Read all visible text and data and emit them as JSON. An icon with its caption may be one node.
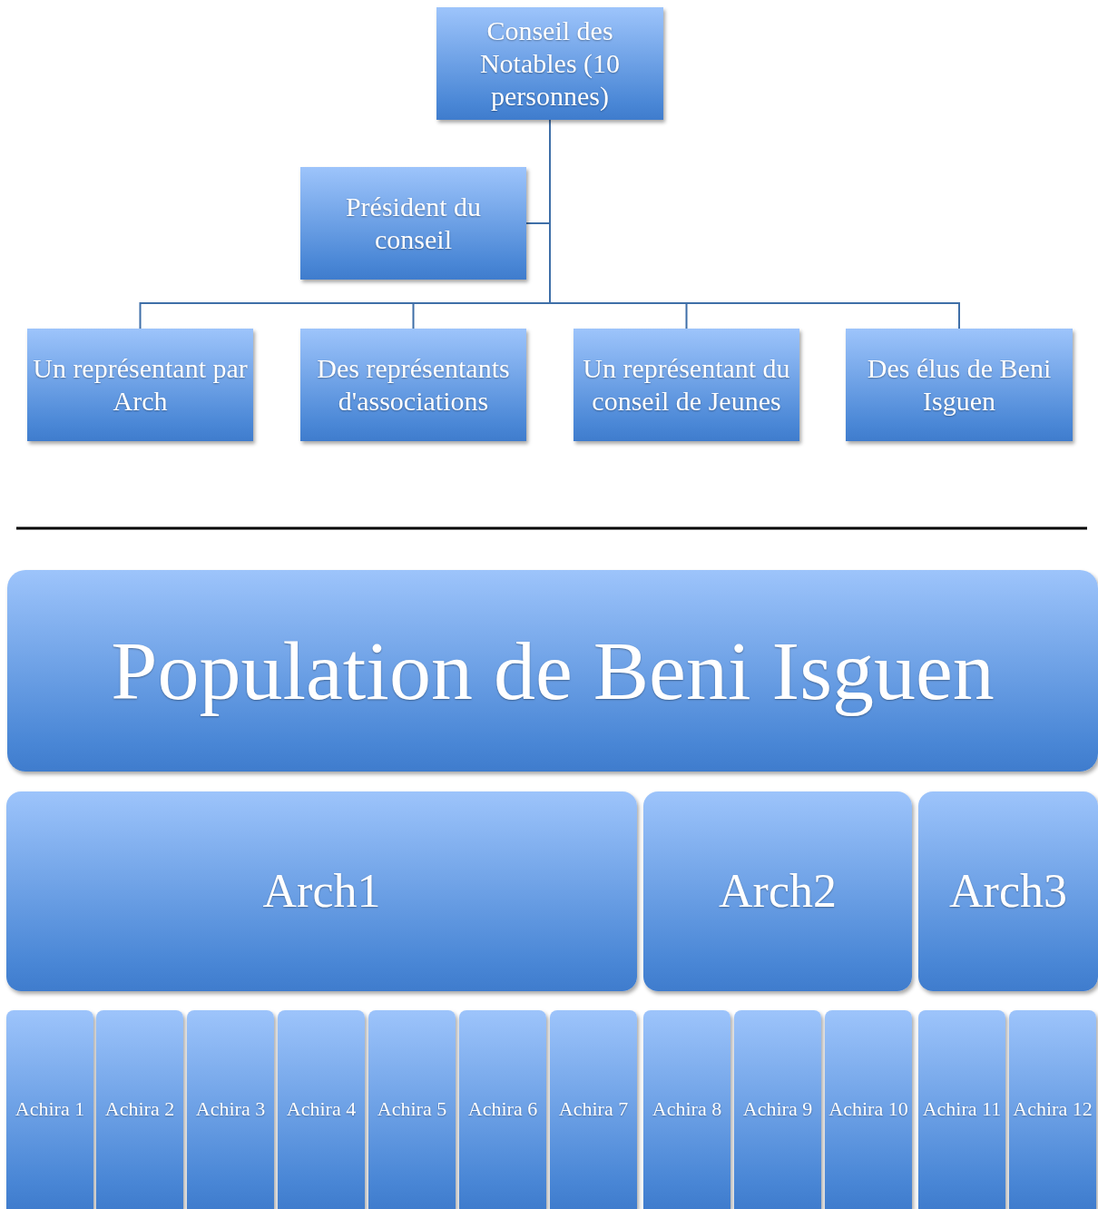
{
  "diagram": {
    "nodes": [
      {
        "text": [
          "Conseil des Notables (10 personnes)"
        ]
      },
      {
        "text": [
          "Président du conseil"
        ]
      },
      {
        "text": [
          "Un représentant par Arch"
        ]
      },
      {
        "text": [
          "Des représentants d'associations"
        ]
      },
      {
        "text": [
          "Un représentant du conseil de Jeunes"
        ]
      },
      {
        "text": [
          "Des élus de Beni Isguen"
        ]
      },
      {
        "text": [
          "Population de Beni Isguen"
        ]
      },
      {
        "text": [
          "Arch1"
        ]
      },
      {
        "text": [
          "Arch2"
        ]
      },
      {
        "text": [
          "Arch3"
        ]
      },
      {
        "text": [
          "Achira 1"
        ]
      },
      {
        "text": [
          "Achira 2"
        ]
      },
      {
        "text": [
          "Achira 3"
        ]
      },
      {
        "text": [
          "Achira 4"
        ]
      },
      {
        "text": [
          "Achira 5"
        ]
      },
      {
        "text": [
          "Achira 6"
        ]
      },
      {
        "text": [
          "Achira 7"
        ]
      },
      {
        "text": [
          "Achira 8"
        ]
      },
      {
        "text": [
          "Achira 9"
        ]
      },
      {
        "text": [
          "Achira 10"
        ]
      },
      {
        "text": [
          "Achira 11"
        ]
      },
      {
        "text": [
          "Achira 12"
        ]
      }
    ],
    "edges": [
      {
        "from": 0,
        "to": 1,
        "arrow": "none"
      },
      {
        "from": 0,
        "to": 2,
        "arrow": "none"
      },
      {
        "from": 0,
        "to": 3,
        "arrow": "none"
      },
      {
        "from": 0,
        "to": 4,
        "arrow": "none"
      },
      {
        "from": 0,
        "to": 5,
        "arrow": "none"
      }
    ]
  }
}
